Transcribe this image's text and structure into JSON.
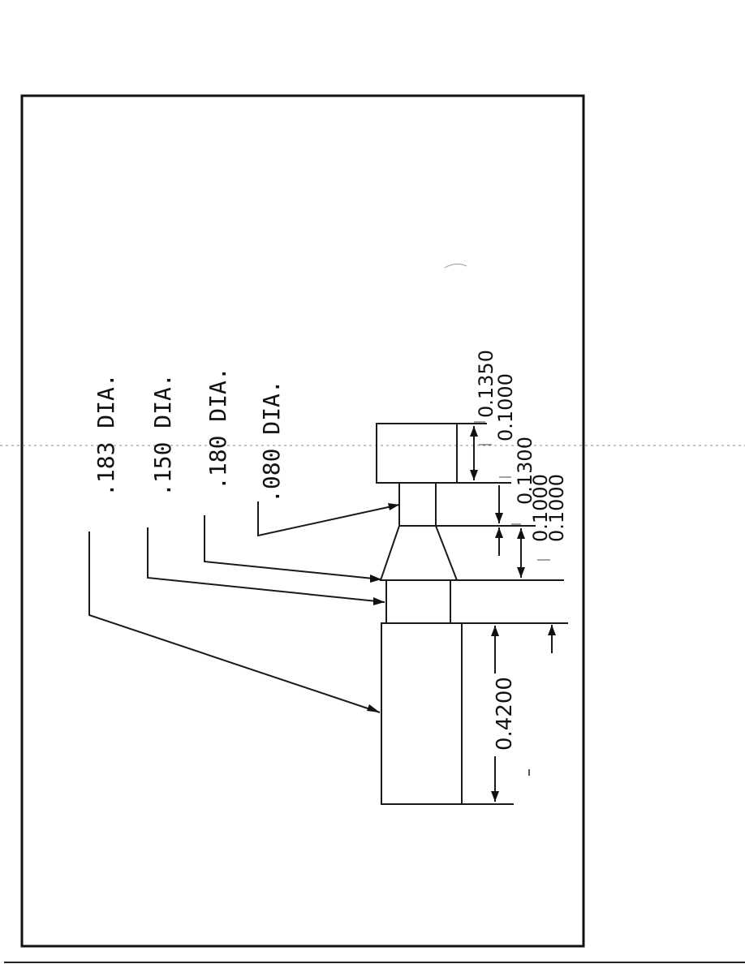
{
  "callouts": [
    {
      "id": "dia-183",
      "text": ".183 DIA."
    },
    {
      "id": "dia-150",
      "text": ".150 DIA."
    },
    {
      "id": "dia-180",
      "text": ".180 DIA."
    },
    {
      "id": "dia-080",
      "text": ".080 DIA."
    }
  ],
  "dimensions": [
    {
      "id": "dim-1350",
      "text": "0.1350"
    },
    {
      "id": "dim-1000a",
      "text": "0.1000"
    },
    {
      "id": "dim-1300",
      "text": "0.1300"
    },
    {
      "id": "dim-1000b",
      "text": "0.1000"
    },
    {
      "id": "dim-1000c",
      "text": "0.1000"
    },
    {
      "id": "dim-4200",
      "text": "0.4200"
    }
  ]
}
